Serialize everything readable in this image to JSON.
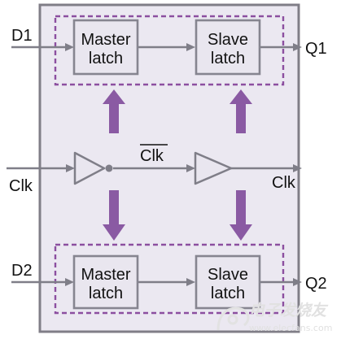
{
  "inputs": {
    "d1": "D1",
    "d2": "D2",
    "clk": "Clk"
  },
  "outputs": {
    "q1": "Q1",
    "q2": "Q2",
    "clk": "Clk"
  },
  "signals": {
    "clk_bar": "Clk"
  },
  "latches": {
    "top_master": [
      "Master",
      "latch"
    ],
    "top_slave": [
      "Slave",
      "latch"
    ],
    "bottom_master": [
      "Master",
      "latch"
    ],
    "bottom_slave": [
      "Slave",
      "latch"
    ]
  },
  "watermark": {
    "brand": "电子发烧友",
    "url": "www.elecfans.com"
  },
  "colors": {
    "panel": "#ebe8f1",
    "accent": "#8a5aa3",
    "wire": "#7f7e88"
  }
}
